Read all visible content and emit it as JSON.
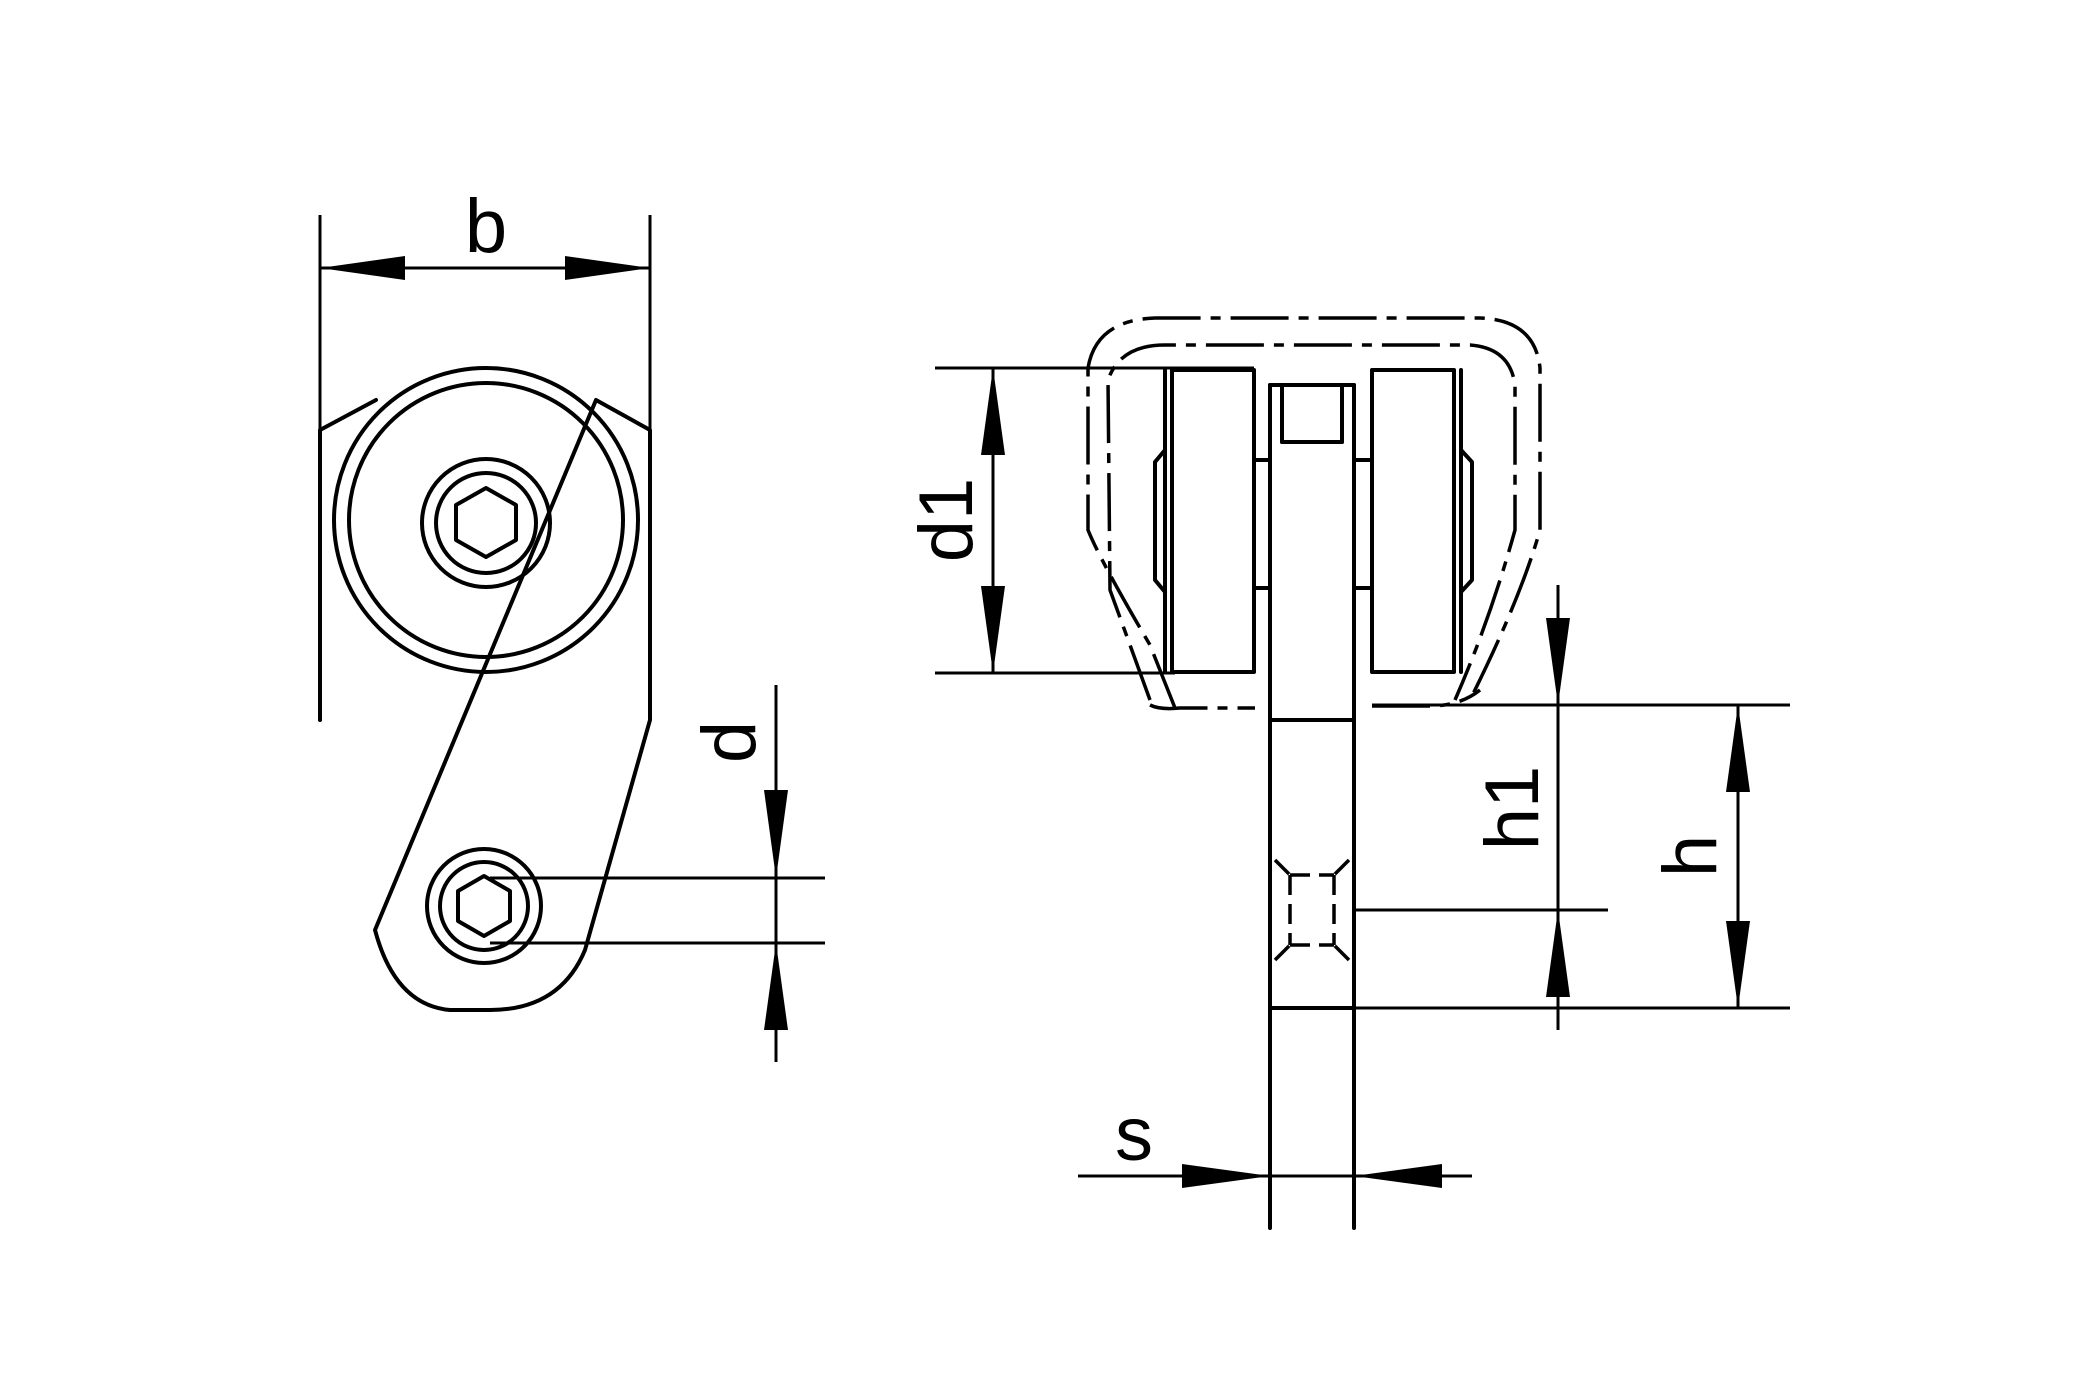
{
  "labels": {
    "b": "b",
    "d": "d",
    "d1": "d1",
    "h1": "h1",
    "h": "h",
    "s": "s"
  }
}
